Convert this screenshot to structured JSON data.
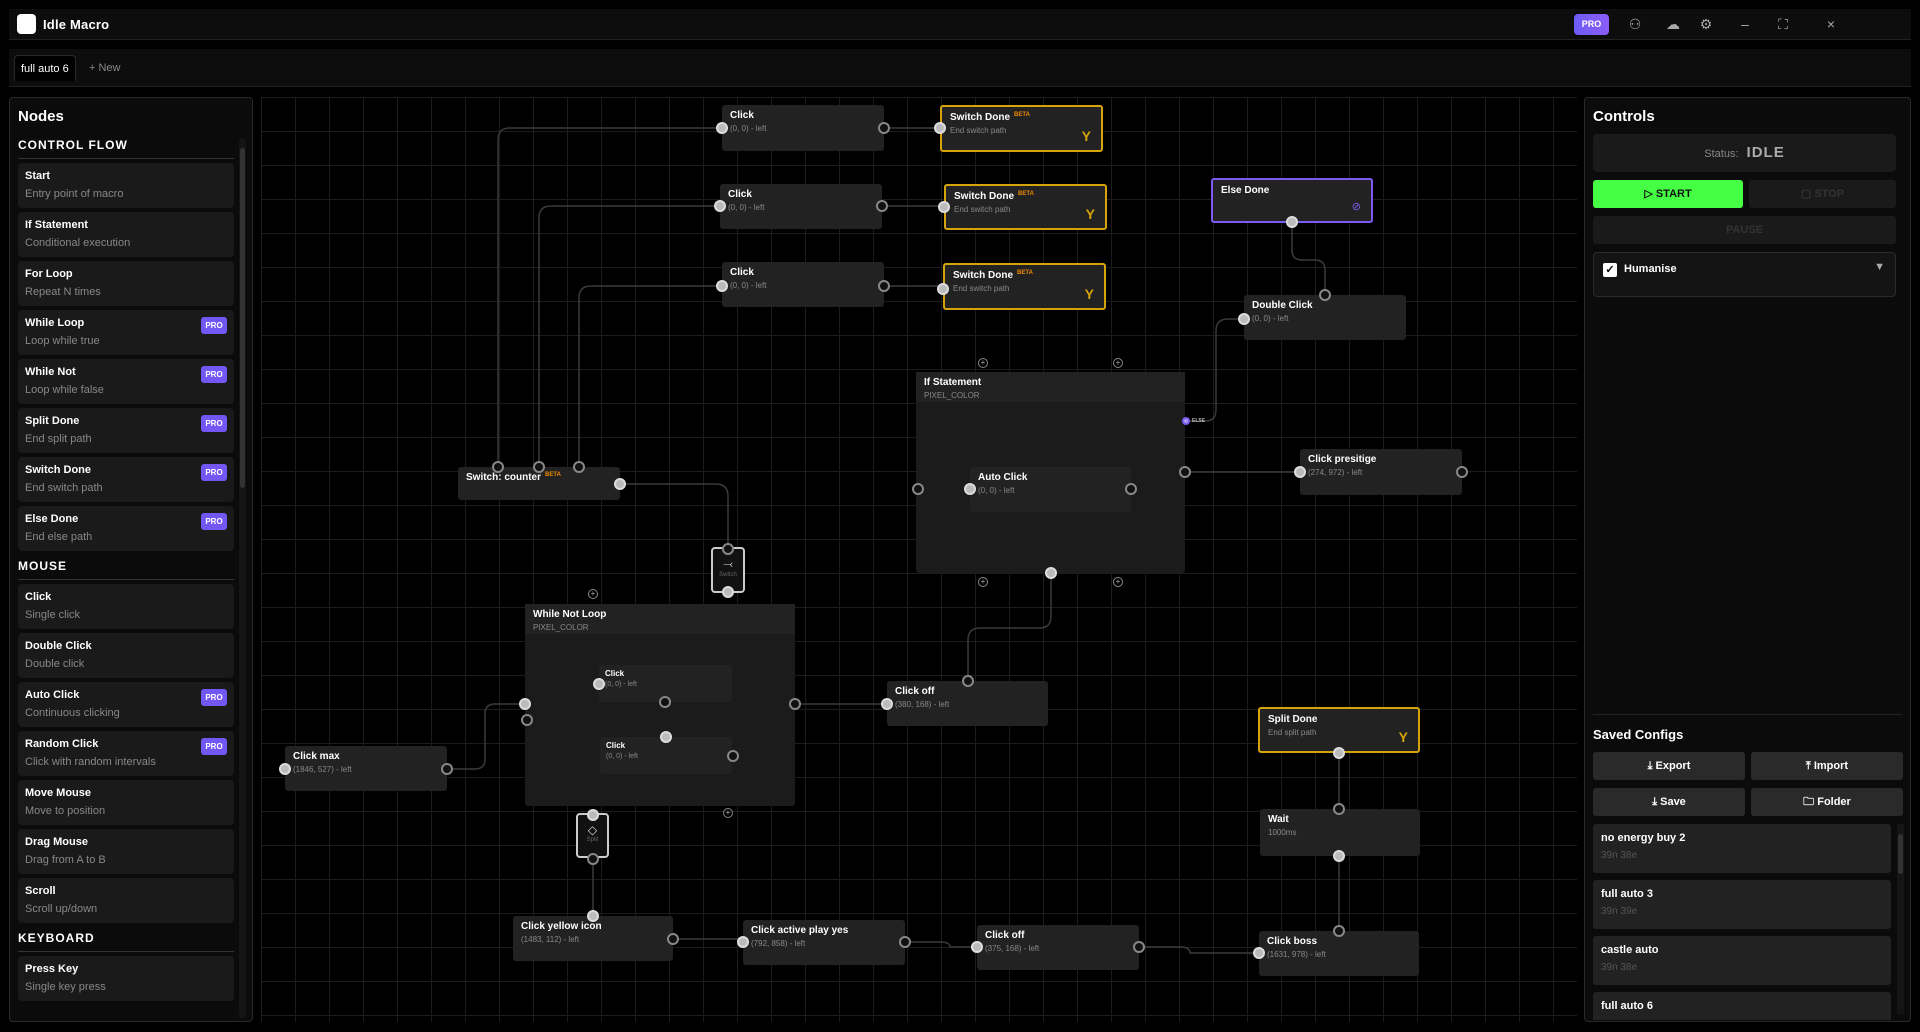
{
  "app": {
    "title": "Idle Macro",
    "pro_badge": "PRO",
    "icons": [
      "user-icon",
      "cloud-icon",
      "gear-icon",
      "minimize-icon",
      "fullscreen-icon",
      "close-icon"
    ]
  },
  "tabs": {
    "active": "full auto 6",
    "new_label": "+ New"
  },
  "nodes_panel": {
    "title": "Nodes",
    "sections": [
      {
        "title": "CONTROL FLOW",
        "items": [
          {
            "name": "Start",
            "desc": "Entry point of macro",
            "pro": false
          },
          {
            "name": "If Statement",
            "desc": "Conditional execution",
            "pro": false
          },
          {
            "name": "For Loop",
            "desc": "Repeat N times",
            "pro": false
          },
          {
            "name": "While Loop",
            "desc": "Loop while true",
            "pro": true
          },
          {
            "name": "While Not",
            "desc": "Loop while false",
            "pro": true
          },
          {
            "name": "Split Done",
            "desc": "End split path",
            "pro": true
          },
          {
            "name": "Switch Done",
            "desc": "End switch path",
            "pro": true
          },
          {
            "name": "Else Done",
            "desc": "End else path",
            "pro": true
          }
        ]
      },
      {
        "title": "MOUSE",
        "items": [
          {
            "name": "Click",
            "desc": "Single click",
            "pro": false
          },
          {
            "name": "Double Click",
            "desc": "Double click",
            "pro": false
          },
          {
            "name": "Auto Click",
            "desc": "Continuous clicking",
            "pro": true
          },
          {
            "name": "Random Click",
            "desc": "Click with random intervals",
            "pro": true
          },
          {
            "name": "Move Mouse",
            "desc": "Move to position",
            "pro": false
          },
          {
            "name": "Drag Mouse",
            "desc": "Drag from A to B",
            "pro": false
          },
          {
            "name": "Scroll",
            "desc": "Scroll up/down",
            "pro": false
          }
        ]
      },
      {
        "title": "KEYBOARD",
        "items": [
          {
            "name": "Press Key",
            "desc": "Single key press",
            "pro": false
          }
        ]
      }
    ],
    "pro_label": "PRO"
  },
  "canvas": {
    "beta_label": "BETA",
    "else_label": "ELSE",
    "nodes": [
      {
        "title": "Click",
        "subtitle": "(0, 0) - left"
      },
      {
        "title": "Switch Done",
        "subtitle": "End switch path",
        "beta": true,
        "kind": "switch-done"
      },
      {
        "title": "Click",
        "subtitle": "(0, 0) - left"
      },
      {
        "title": "Switch Done",
        "subtitle": "End switch path",
        "beta": true,
        "kind": "switch-done"
      },
      {
        "title": "Click",
        "subtitle": "(0, 0) - left"
      },
      {
        "title": "Switch Done",
        "subtitle": "End switch path",
        "beta": true,
        "kind": "switch-done"
      },
      {
        "title": "Else Done",
        "subtitle": "",
        "kind": "else-done"
      },
      {
        "title": "Double Click",
        "subtitle": "(0, 0) - left"
      },
      {
        "title": "If Statement",
        "subtitle": "PIXEL_COLOR",
        "kind": "container"
      },
      {
        "title": "Auto Click",
        "subtitle": "(0, 0) - left"
      },
      {
        "title": "Click presitige",
        "subtitle": "(274, 972) - left"
      },
      {
        "title": "Switch: counter",
        "subtitle": "",
        "beta": true
      },
      {
        "title": "While Not Loop",
        "subtitle": "PIXEL_COLOR",
        "kind": "container"
      },
      {
        "title": "Click",
        "subtitle": "(0, 0) - left",
        "kind": "small"
      },
      {
        "title": "Click",
        "subtitle": "(0, 0) - left",
        "kind": "small"
      },
      {
        "title": "Click max",
        "subtitle": "(1846, 527) - left"
      },
      {
        "title": "Click off",
        "subtitle": "(380, 168) - left"
      },
      {
        "title": "Split Done",
        "subtitle": "End split path",
        "kind": "split-done"
      },
      {
        "title": "Wait",
        "subtitle": "1000ms"
      },
      {
        "title": "Click yellow icon",
        "subtitle": "(1483, 112) - left"
      },
      {
        "title": "Click active play yes",
        "subtitle": "(792, 858) - left"
      },
      {
        "title": "Click off",
        "subtitle": "(375, 168) - left"
      },
      {
        "title": "Click boss",
        "subtitle": "(1631, 978) - left"
      }
    ],
    "mini_nodes": [
      {
        "label": "Switch",
        "icon": "fork-icon"
      },
      {
        "label": "Split",
        "icon": "diamond-icon"
      }
    ]
  },
  "controls": {
    "title": "Controls",
    "status_label": "Status:",
    "status_value": "IDLE",
    "start": "START",
    "stop": "STOP",
    "pause": "PAUSE",
    "humanise": "Humanise",
    "humanise_checked": true,
    "start_color": "#44ff44"
  },
  "saved": {
    "title": "Saved Configs",
    "export": "Export",
    "import": "Import",
    "save": "Save",
    "folder": "Folder",
    "configs": [
      {
        "name": "no energy buy 2",
        "meta": "39n 38e"
      },
      {
        "name": "full auto 3",
        "meta": "39n 39e"
      },
      {
        "name": "castle auto",
        "meta": "39n 38e"
      },
      {
        "name": "full auto 6",
        "meta": ""
      }
    ]
  }
}
